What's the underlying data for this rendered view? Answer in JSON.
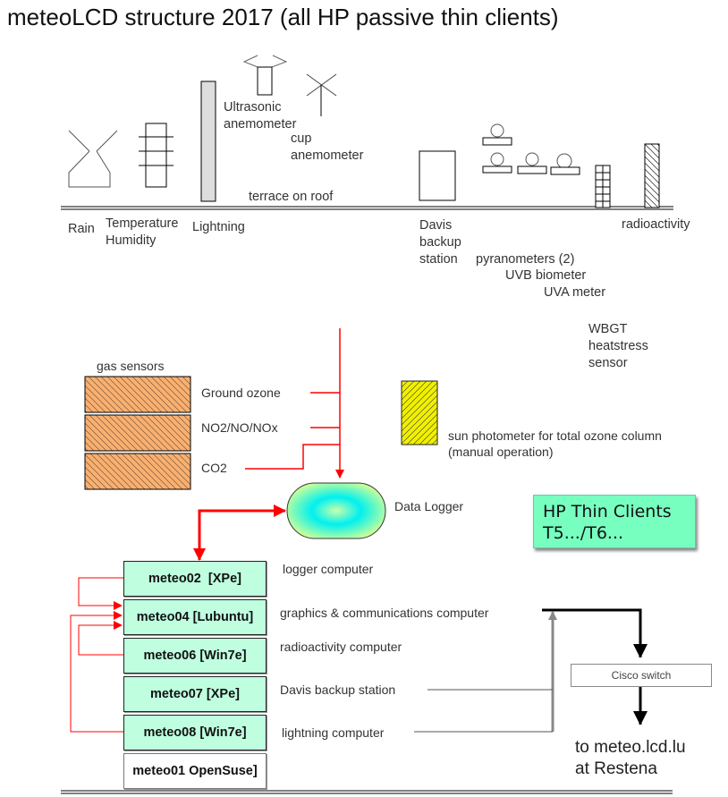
{
  "title": "meteoLCD structure 2017 (all HP passive thin clients)",
  "roof": {
    "terrace_label": "terrace on roof",
    "sensors": [
      {
        "name": "rain",
        "label": "Rain"
      },
      {
        "name": "temperature-humidity",
        "label": "Temperature\nHumidity"
      },
      {
        "name": "lightning",
        "label": "Lightning"
      },
      {
        "name": "ultrasonic-anemometer",
        "label": "Ultrasonic\nanemometer"
      },
      {
        "name": "cup-anemometer",
        "label": "cup\nanemometer"
      },
      {
        "name": "davis-backup-station",
        "label": "Davis\nbackup\nstation"
      },
      {
        "name": "pyranometers",
        "label": "pyranometers (2)"
      },
      {
        "name": "uvb-biometer",
        "label": "UVB biometer"
      },
      {
        "name": "uva-meter",
        "label": "UVA meter"
      },
      {
        "name": "radioactivity",
        "label": "radioactivity"
      },
      {
        "name": "wbgt",
        "label": "WBGT\nheatstress\nsensor"
      }
    ]
  },
  "gas": {
    "heading": "gas sensors",
    "sensors": [
      "Ground ozone",
      "NO2/NO/NOx",
      "CO2"
    ],
    "fill_color": "#f8b070"
  },
  "sun_photometer": {
    "label": "sun photometer for total ozone column\n(manual operation)",
    "fill_color": "#f0f000"
  },
  "data_logger": {
    "label": "Data Logger"
  },
  "legend_box": {
    "text": "HP Thin Clients\nT5.../T6...",
    "color": "#77ffc0"
  },
  "computers": [
    {
      "name": "meteo02  [XPe]",
      "role": "logger computer"
    },
    {
      "name": "meteo04 [Lubuntu]",
      "role": "graphics & communications computer"
    },
    {
      "name": "meteo06 [Win7e]",
      "role": "radioactivity computer"
    },
    {
      "name": "meteo07 [XPe]",
      "role": "Davis backup station"
    },
    {
      "name": "meteo08 [Win7e]",
      "role": "lightning computer"
    },
    {
      "name": "meteo01 OpenSuse]",
      "role": ""
    }
  ],
  "network": {
    "switch_label": "Cisco switch",
    "destination": "to meteo.lcd.lu\nat Restena"
  },
  "colors": {
    "signal": "#ff0000",
    "pc_fill": "#bfffe0",
    "network": "#000000",
    "gray_link": "#888888"
  }
}
